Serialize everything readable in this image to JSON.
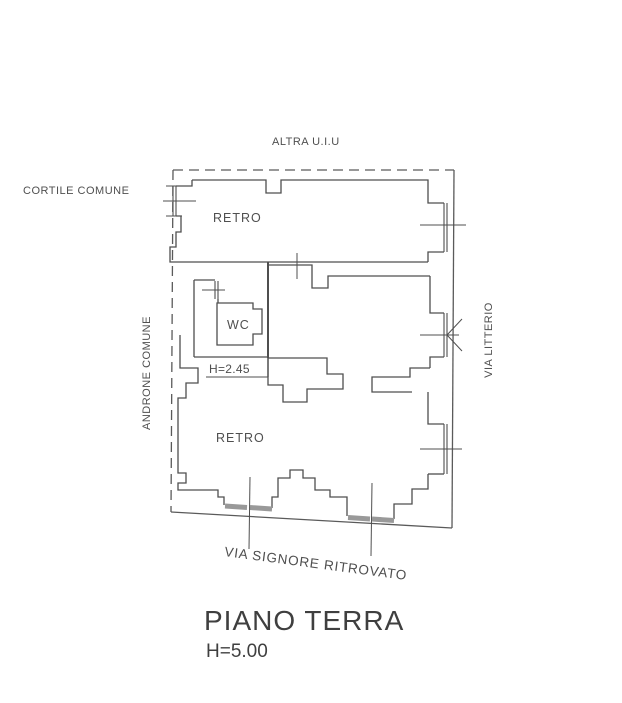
{
  "drawing": {
    "labels": {
      "altra_uiu": "ALTRA U.I.U",
      "cortile_comune": "CORTILE COMUNE",
      "retro_top": "RETRO",
      "wc": "WC",
      "h_245": "H=2.45",
      "androne_comune": "ANDRONE COMUNE",
      "via_litterio": "VIA LITTERIO",
      "retro_bottom": "RETRO",
      "via_signore_ritrovato": "VIA SIGNORE RITROVATO"
    },
    "caption": {
      "title": "PIANO TERRA",
      "height": "H=5.00"
    },
    "colors": {
      "line": "#4f4f4f",
      "text": "#4f4f4f",
      "threshold": "#999999",
      "background": "#ffffff"
    }
  }
}
